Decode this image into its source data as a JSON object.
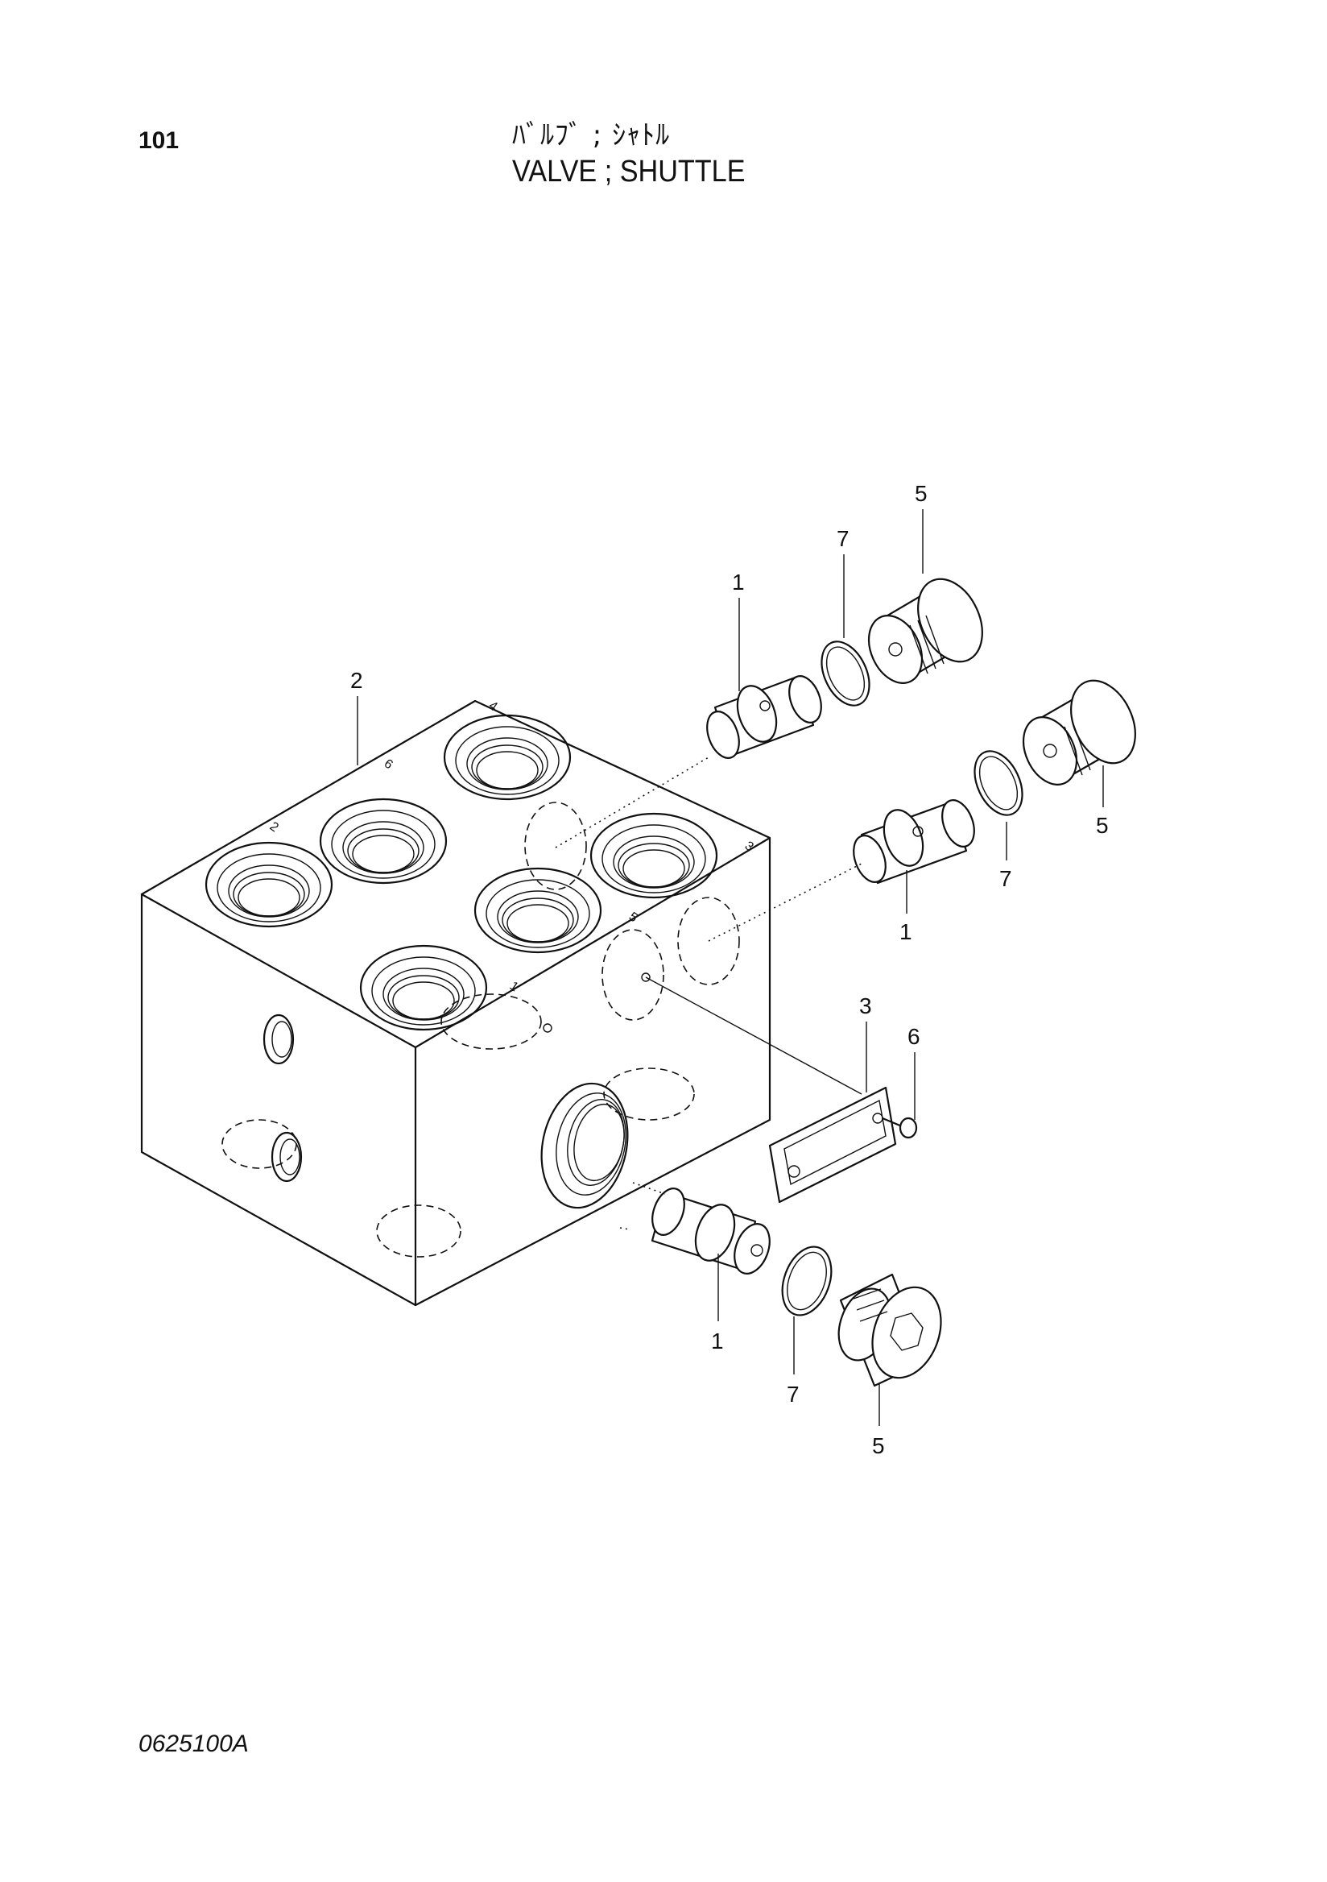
{
  "header": {
    "page_number": "101",
    "title_jp": "ﾊﾞﾙﾌﾞ ; ｼｬﾄﾙ",
    "title_en": "VALVE ; SHUTTLE"
  },
  "footer": {
    "drawing_code": "0625100A"
  },
  "block_port_labels": [
    "4",
    "6",
    "2",
    "3",
    "5",
    "1"
  ],
  "callouts": [
    {
      "id": "c5a",
      "text": "5"
    },
    {
      "id": "c7a",
      "text": "7"
    },
    {
      "id": "c1a",
      "text": "1"
    },
    {
      "id": "c2",
      "text": "2"
    },
    {
      "id": "c5b",
      "text": "5"
    },
    {
      "id": "c7b",
      "text": "7"
    },
    {
      "id": "c1b",
      "text": "1"
    },
    {
      "id": "c3",
      "text": "3"
    },
    {
      "id": "c6",
      "text": "6"
    },
    {
      "id": "c1c",
      "text": "1"
    },
    {
      "id": "c7c",
      "text": "7"
    },
    {
      "id": "c5c",
      "text": "5"
    }
  ]
}
